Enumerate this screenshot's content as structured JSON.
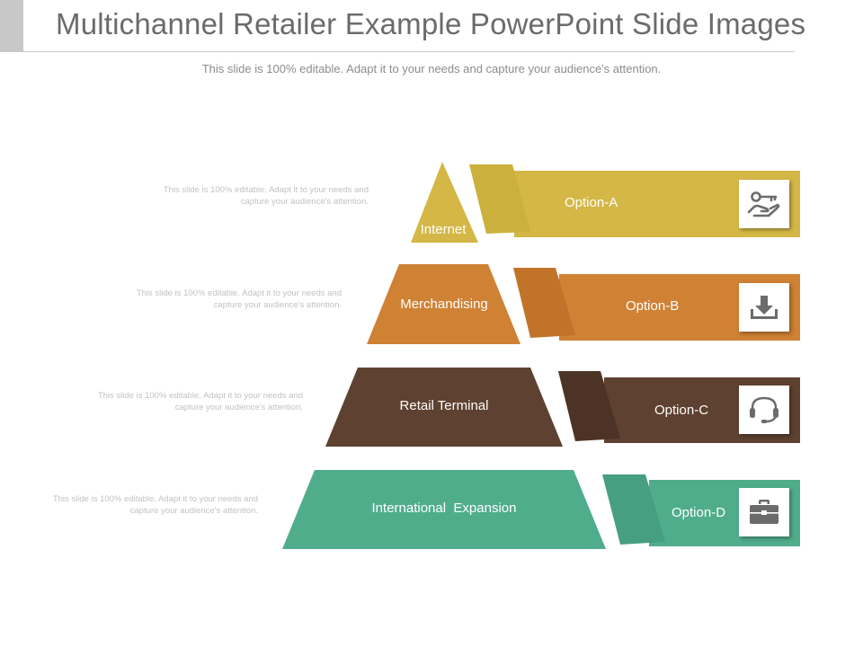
{
  "header": {
    "title": "Multichannel Retailer Example PowerPoint Slide Images",
    "subtitle": "This slide is 100% editable. Adapt it to your needs and capture your audience's attention."
  },
  "notes": [
    "This slide is 100% editable. Adapt it to your needs and capture your audience's attention.",
    "This slide is 100% editable. Adapt it to your needs and capture your audience's attention.",
    "This slide is 100% editable. Adapt it to your needs and capture your audience's attention.",
    "This slide is 100% editable. Adapt it to your needs and capture your audience's attention."
  ],
  "tiers": [
    {
      "label": "Internet",
      "color": "#d4b746"
    },
    {
      "label": "Merchandising",
      "color": "#cf8134"
    },
    {
      "label": "Retail Terminal",
      "color": "#5e4130"
    },
    {
      "label": "International  Expansion",
      "color": "#50ad8c"
    }
  ],
  "options": [
    {
      "label": "Option-A",
      "color": "#d4b746",
      "icon": "hand-key-icon"
    },
    {
      "label": "Option-B",
      "color": "#cf8134",
      "icon": "download-icon"
    },
    {
      "label": "Option-C",
      "color": "#5e4130",
      "icon": "headset-icon"
    },
    {
      "label": "Option-D",
      "color": "#50ad8c",
      "icon": "briefcase-icon"
    }
  ],
  "colors": {
    "title": "#6b6b6b",
    "icon": "#6b6b6b",
    "note": "#c2c2c2"
  }
}
